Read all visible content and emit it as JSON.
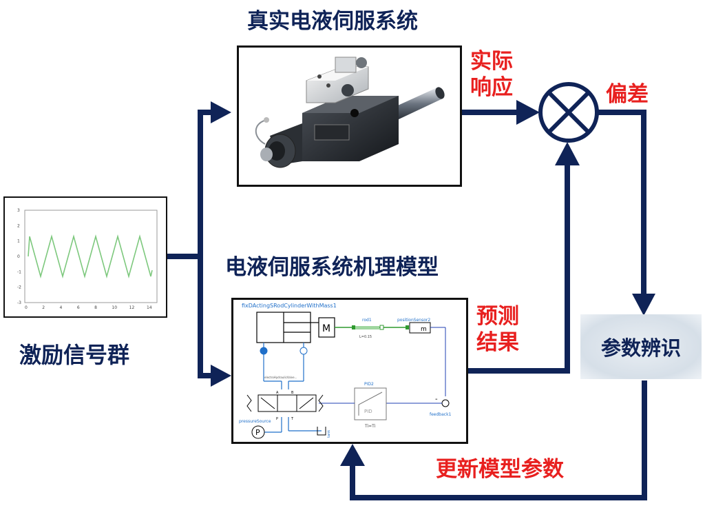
{
  "colors": {
    "arrow": "#0f2357",
    "label_red": "#e8201f",
    "title": "#0f2357",
    "model_line": "#1f6fc9"
  },
  "titles": {
    "real_system": "真实电液伺服系统",
    "mech_model": "电液伺服系统机理模型",
    "excitation": "激励信号群",
    "identification": "参数辨识",
    "actual_response_1": "实际",
    "actual_response_2": "响应",
    "deviation": "偏差",
    "prediction_1": "预测",
    "prediction_2": "结果",
    "update_params": "更新模型参数"
  },
  "signal_plot": {
    "yticks": [
      "3",
      "2",
      "1",
      "0",
      "-1",
      "-2",
      "-3"
    ],
    "xticks": [
      "0",
      "2",
      "4",
      "6",
      "8",
      "10",
      "12",
      "14"
    ],
    "wave_color": "#7dc87d"
  },
  "model": {
    "header": "fixDActingSRodCylinderWithMass1",
    "rod_label": "rod1",
    "rod_param": "L=0.15",
    "sensor_label": "positionSensor2",
    "sensor_symbol": "m",
    "mass_symbol": "M",
    "pid_label": "PID2",
    "pid_text": "PID",
    "pid_param": "Ti=Ti",
    "feedback_label": "feedback1",
    "feedback_sign": "-",
    "valve_label": "electroHydraulicValve...",
    "port_a": "A",
    "port_b": "B",
    "port_p": "P",
    "port_t": "T",
    "source_label": "pressureSource",
    "source_symbol": "P",
    "tank_label": "tank"
  }
}
